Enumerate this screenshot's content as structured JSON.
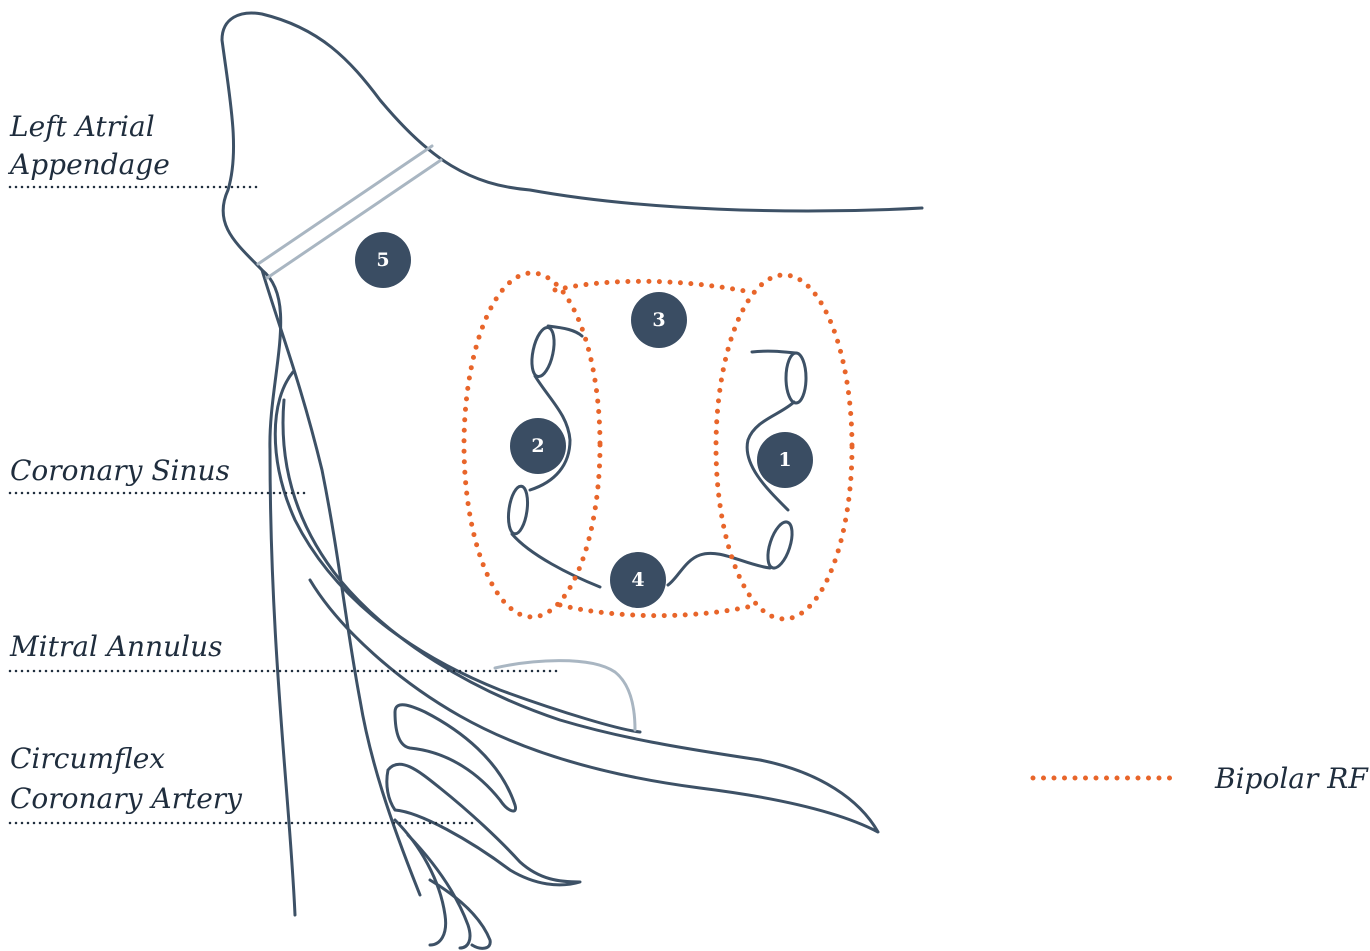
{
  "colors": {
    "outline": "#3d5166",
    "ring": "#a9b6c2",
    "bipolar": "#e8652a",
    "marker": "#3a4d63"
  },
  "labels": {
    "left_atrial_appendage_1": "Left Atrial",
    "left_atrial_appendage_2": "Appendage",
    "coronary_sinus": "Coronary Sinus",
    "mitral_annulus": "Mitral Annulus",
    "circumflex_1": "Circumflex",
    "circumflex_2": "Coronary Artery"
  },
  "legend": {
    "bipolar": "Bipolar RF"
  },
  "markers": [
    "1",
    "2",
    "3",
    "4",
    "5"
  ]
}
